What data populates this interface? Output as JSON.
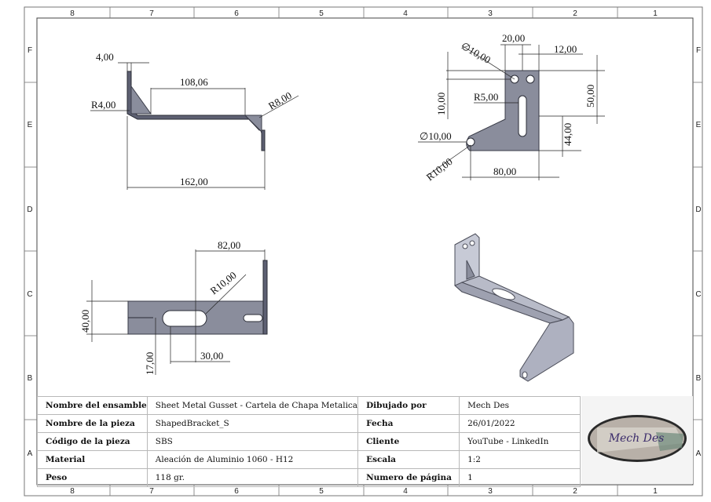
{
  "zones": {
    "columns": [
      "8",
      "7",
      "6",
      "5",
      "4",
      "3",
      "2",
      "1"
    ],
    "rows": [
      "F",
      "E",
      "D",
      "C",
      "B",
      "A"
    ]
  },
  "dimensions": {
    "side_view": {
      "thickness": "4,00",
      "width": "108,06",
      "r_inner": "R4,00",
      "r_outer": "R8,00",
      "total": "162,00"
    },
    "front_view": {
      "hole_dia": "10,00",
      "hole_dia_prefix": "∅",
      "spacing": "20,00",
      "edge": "12,00",
      "slot_r": "R5,00",
      "height_total": "50,00",
      "hole_offset": "10,00",
      "height_lower": "44,00",
      "tab_hole_dia": "10,00",
      "tab_radius": "R10,00",
      "width": "80,00"
    },
    "top_view": {
      "length": "82,00",
      "slot_r": "R10,00",
      "height": "40,00",
      "slot_pos": "17,00",
      "slot_len": "30,00"
    }
  },
  "title_block": {
    "rows": [
      {
        "label": "Nombre del ensamble",
        "value": "Sheet Metal Gusset - Cartela de Chapa Metalica",
        "label2": "Dibujado por",
        "value2": "Mech Des"
      },
      {
        "label": "Nombre de la pieza",
        "value": "ShapedBracket_S",
        "label2": "Fecha",
        "value2": "26/01/2022"
      },
      {
        "label": "Código de la pieza",
        "value": "SBS",
        "label2": "Cliente",
        "value2": "YouTube - LinkedIn"
      },
      {
        "label": "Material",
        "value": "Aleación de Aluminio 1060 - H12",
        "label2": "Escala",
        "value2": "1:2"
      },
      {
        "label": "Peso",
        "value": "118 gr.",
        "label2": "Numero de página",
        "value2": "1"
      }
    ],
    "logo_text": "Mech Des"
  },
  "colors": {
    "part_fill": "#8a8d9c",
    "part_dark": "#5d6072",
    "border": "#555555"
  }
}
